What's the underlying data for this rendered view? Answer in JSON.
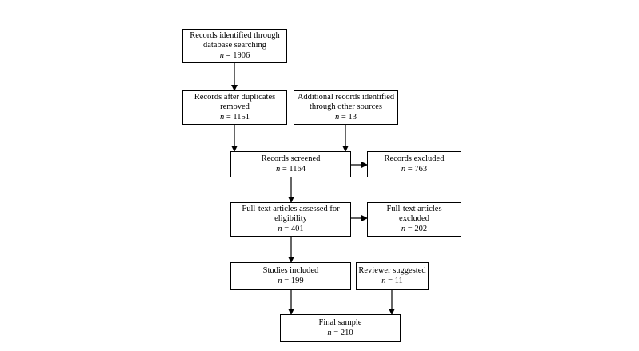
{
  "boxes": {
    "identified": {
      "line1": "Records identified through",
      "line2": "database searching",
      "n_label": "n",
      "n_value": " = 1906"
    },
    "after_duplicates": {
      "line1": "Records after duplicates",
      "line2": "removed",
      "n_label": "n",
      "n_value": " = 1151"
    },
    "additional": {
      "line1": "Additional records identified",
      "line2": "through other sources",
      "n_label": "n",
      "n_value": " = 13"
    },
    "screened": {
      "line1": "Records screened",
      "n_label": "n",
      "n_value": " = 1164"
    },
    "excluded": {
      "line1": "Records excluded",
      "n_label": "n",
      "n_value": " = 763"
    },
    "fulltext_assessed": {
      "line1": "Full-text articles assessed for",
      "line2": "eligibility",
      "n_label": "n",
      "n_value": " = 401"
    },
    "fulltext_excluded": {
      "line1": "Full-text articles",
      "line2": "excluded",
      "n_label": "n",
      "n_value": " = 202"
    },
    "studies_included": {
      "line1": "Studies included",
      "n_label": "n",
      "n_value": " = 199"
    },
    "reviewer_suggested": {
      "line1": "Reviewer suggested",
      "n_label": "n",
      "n_value": " = 11"
    },
    "final_sample": {
      "line1": "Final sample",
      "n_label": "n",
      "n_value": " = 210"
    }
  },
  "colors": {
    "line": "#000000",
    "background": "#ffffff"
  }
}
